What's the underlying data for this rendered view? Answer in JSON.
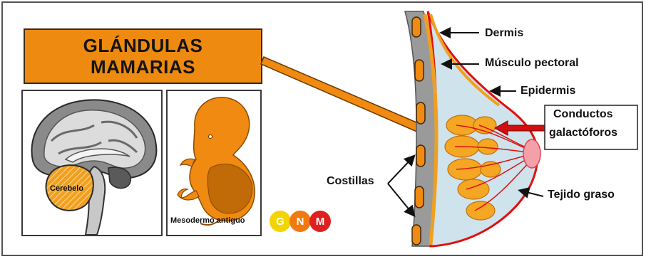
{
  "title": {
    "line1": "GLÁNDULAS",
    "line2": "MAMARIAS"
  },
  "left_panels": {
    "brain_label": "Cerebelo",
    "embryo_label": "Mesodermo antiguo"
  },
  "logo": {
    "letters": [
      "G",
      "N",
      "M"
    ],
    "colors": [
      "#f2d500",
      "#f07a10",
      "#e02020"
    ]
  },
  "diagram_labels": {
    "dermis": "Dermis",
    "pectoral": "Músculo pectoral",
    "epidermis": "Epidermis",
    "ducts_line1": "Conductos",
    "ducts_line2": "galactóforos",
    "ribs": "Costillas",
    "fat": "Tejido graso"
  },
  "colors": {
    "accent_orange": "#ee8a10",
    "tissue_blue": "#cfe3ec",
    "skin_red": "#e01010",
    "bone_gray": "#9a9a9a"
  }
}
